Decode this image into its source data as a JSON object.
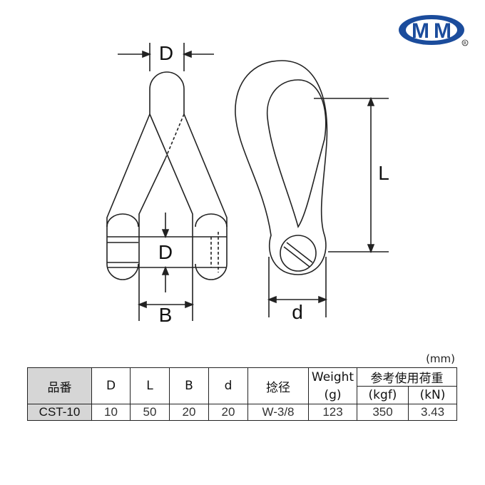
{
  "logo": {
    "text": "MM",
    "registered": "®",
    "color": "#1b4c9c"
  },
  "diagram": {
    "labels": {
      "d_top": "D",
      "d_mid": "D",
      "b": "B",
      "l": "L",
      "d_small": "d"
    }
  },
  "table": {
    "unit": "(mm)",
    "headers": [
      "品番",
      "D",
      "L",
      "B",
      "d",
      "捻径",
      "Weight",
      "(g)",
      "参考使用荷重",
      "(kgf)",
      "(kN)"
    ],
    "row": [
      "CST-10",
      "10",
      "50",
      "20",
      "20",
      "W-3/8",
      "123",
      "350",
      "3.43"
    ]
  }
}
